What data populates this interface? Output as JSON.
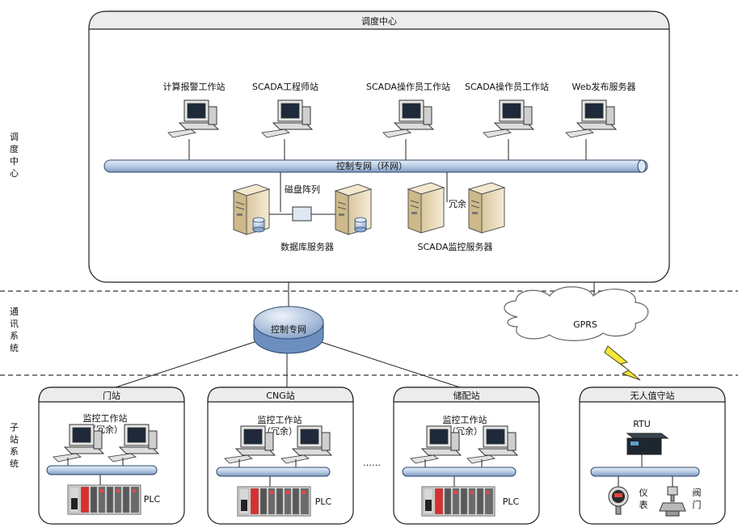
{
  "dispatch_center": {
    "title": "调度中心",
    "side_label": [
      "调",
      "度",
      "中",
      "心"
    ],
    "workstations": [
      "计算报警工作站",
      "SCADA工程师站",
      "SCADA操作员工作站",
      "SCADA操作员工作站",
      "Web发布服务器"
    ],
    "ring_bus_label": "控制专网（环网）",
    "disk_array_label": "磁盘阵列",
    "db_server_label": "数据库服务器",
    "redundant_label": "冗余",
    "scada_server_label": "SCADA监控服务器"
  },
  "comm_system": {
    "side_label": [
      "通",
      "讯",
      "系",
      "统"
    ],
    "private_net_label": "控制专网",
    "gprs_label": "GPRS"
  },
  "sub_stations": {
    "side_label": [
      "子",
      "站",
      "系",
      "统"
    ],
    "stations": [
      {
        "title": "门站",
        "ws_line1": "监控工作站",
        "ws_line2": "（冗余）",
        "plc": "PLC"
      },
      {
        "title": "CNG站",
        "ws_line1": "监控工作站",
        "ws_line2": "（冗余）",
        "plc": "PLC"
      },
      {
        "title": "储配站",
        "ws_line1": "监控工作站",
        "ws_line2": "（冗余）",
        "plc": "PLC"
      }
    ],
    "ellipsis": "……",
    "unmanned": {
      "title": "无人值守站",
      "rtu_label": "RTU",
      "meter_label": [
        "仪",
        "表"
      ],
      "valve_label": [
        "阀",
        "门"
      ]
    }
  },
  "colors": {
    "bus_fill": "#c9d9ec",
    "bus_stroke": "#2c4a6e",
    "server_fill": "#efe3c6",
    "dashed_line": "#666666"
  }
}
